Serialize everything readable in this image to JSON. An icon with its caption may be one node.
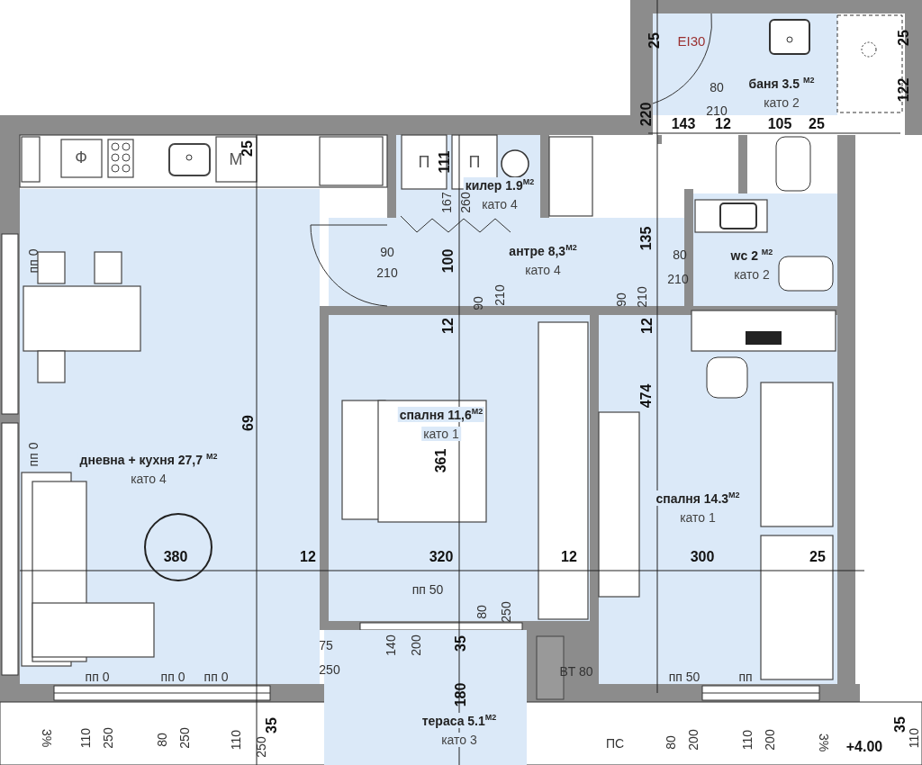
{
  "diagram": {
    "nodes": [
      {
        "text": [
          "дневна + кухня 27,7 $^{M2}$",
          "като 4"
        ]
      },
      {
        "text": [
          "килер 1.9$^{M2}$",
          "като 4"
        ]
      },
      {
        "text": [
          "антре 8,3$^{M2}$",
          "като 4"
        ]
      },
      {
        "text": [
          "баня 3.5 $^{M2}$",
          "като 2"
        ]
      },
      {
        "text": [
          "wc 2 $^{M2}$",
          "като 2"
        ]
      },
      {
        "text": [
          "спалня 11,6$^{M2}$",
          "като 1"
        ]
      },
      {
        "text": [
          "спалня 14.3$^{M2}$",
          "като 1"
        ]
      },
      {
        "text": [
          "тераса 5.1$^{M2}$",
          "като 3"
        ]
      }
    ],
    "labels": [
      "25",
      "EI30",
      "25",
      "122",
      "80",
      "210",
      "220",
      "143",
      "12",
      "105",
      "25",
      "Ф",
      "M",
      "25",
      "П",
      "111",
      "П",
      "167",
      "260",
      "90",
      "210",
      "100",
      "135",
      "80",
      "210",
      "пп 0",
      "90",
      "210",
      "12",
      "90",
      "210",
      "12",
      "474",
      "69",
      "пп 0",
      "361",
      "380",
      "12",
      "320",
      "12",
      "300",
      "25",
      "пп 50",
      "75",
      "250",
      "140",
      "200",
      "35",
      "80",
      "250",
      "180",
      "BT 80",
      "пп 0",
      "пп 0",
      "пп 0",
      "пп 50",
      "пп",
      "3%",
      "110",
      "250",
      "80",
      "250",
      "110",
      "35",
      "250",
      "ПС",
      "80",
      "200",
      "110",
      "200",
      "3%",
      "35",
      "+4.00",
      "110"
    ]
  }
}
